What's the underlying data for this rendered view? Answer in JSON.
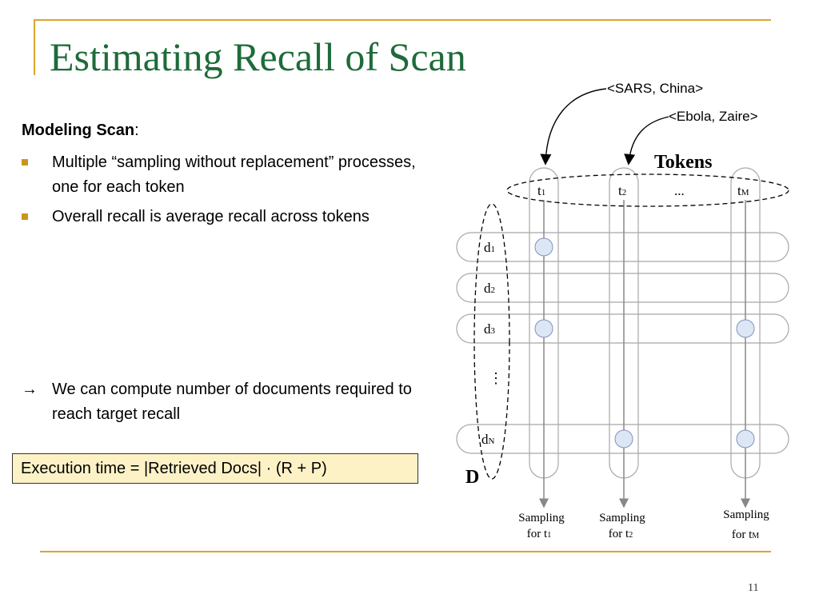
{
  "title": "Estimating Recall of Scan",
  "modeling": {
    "label": "Modeling Scan",
    "colon": ":"
  },
  "bullets": [
    {
      "text": "Multiple “sampling without replacement” processes, one for each token"
    },
    {
      "text": "Overall recall is average recall across tokens"
    }
  ],
  "conclusion": {
    "arrow": "→",
    "text": "We can compute number of documents required to reach target recall"
  },
  "formula": "Execution time = |Retrieved Docs| · (R + P)",
  "diagram": {
    "callout_1": "<SARS, China>",
    "callout_2": "<Ebola, Zaire>",
    "tokens_label": "Tokens",
    "token_1": {
      "base": "t",
      "sub": "1"
    },
    "token_2": {
      "base": "t",
      "sub": "2"
    },
    "token_ellipsis": "...",
    "token_m": {
      "base": "t",
      "sub": "M"
    },
    "doc_1": {
      "base": "d",
      "sub": "1"
    },
    "doc_2": {
      "base": "d",
      "sub": "2"
    },
    "doc_3": {
      "base": "d",
      "sub": "3"
    },
    "doc_ellipsis": "⋮",
    "doc_n": {
      "base": "d",
      "sub": "N"
    },
    "d_label": "D",
    "sampling_1": {
      "line1": "Sampling",
      "line2": "for t",
      "sub": "1"
    },
    "sampling_2": {
      "line1": "Sampling",
      "line2": "for t",
      "sub": "2"
    },
    "sampling_m": {
      "line1": "Sampling",
      "line2": "for t",
      "sub": "M"
    },
    "colors": {
      "pill_stroke": "#a8a8a8",
      "dot_fill": "#dde6f5",
      "dot_stroke": "#7f93b8"
    }
  },
  "page_number": "11"
}
